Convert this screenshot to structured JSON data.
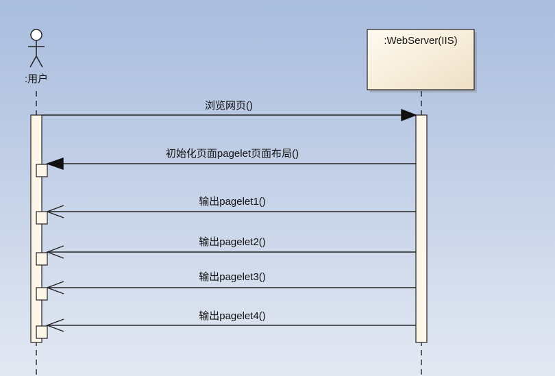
{
  "actor": {
    "name": ":用户"
  },
  "server": {
    "name": ":WebServer(IIS)"
  },
  "messages": [
    {
      "label": "浏览网页()",
      "direction": "user-to-server",
      "arrow": "solid"
    },
    {
      "label": "初始化页面pagelet页面布局()",
      "direction": "server-to-user",
      "arrow": "solid"
    },
    {
      "label": "输出pagelet1()",
      "direction": "server-to-user",
      "arrow": "open"
    },
    {
      "label": "输出pagelet2()",
      "direction": "server-to-user",
      "arrow": "open"
    },
    {
      "label": "输出pagelet3()",
      "direction": "server-to-user",
      "arrow": "open"
    },
    {
      "label": "输出pagelet4()",
      "direction": "server-to-user",
      "arrow": "open"
    }
  ],
  "colors": {
    "background_top": "#a9bddf",
    "background_bottom": "#e3e9f3",
    "lifeline": "#222222",
    "activation_fill": "#fdf6e9",
    "server_box_top": "#fffbf1",
    "server_box_bottom": "#efe0c5"
  }
}
